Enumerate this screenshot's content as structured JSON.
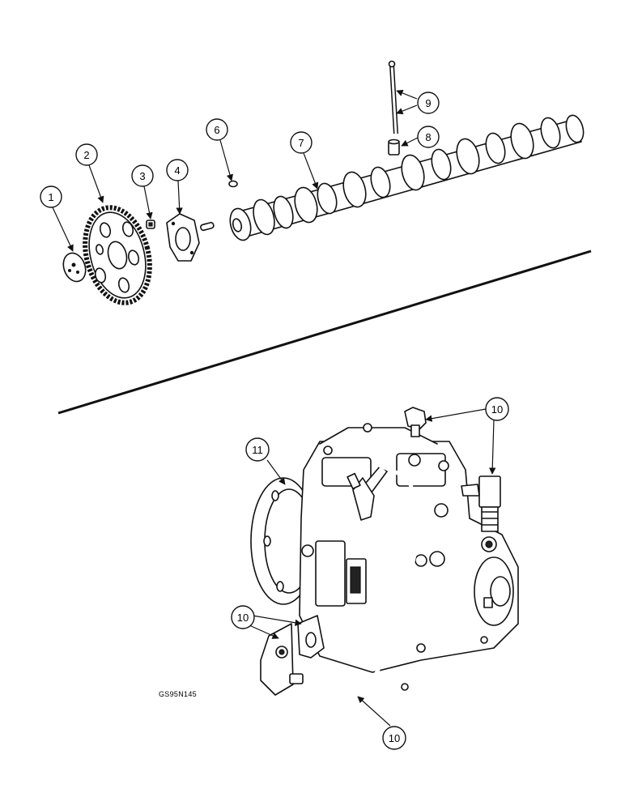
{
  "figure_code": "GS95N145",
  "callouts": [
    {
      "id": "c1",
      "label": "1"
    },
    {
      "id": "c2",
      "label": "2"
    },
    {
      "id": "c3",
      "label": "3"
    },
    {
      "id": "c4",
      "label": "4"
    },
    {
      "id": "c6",
      "label": "6"
    },
    {
      "id": "c7",
      "label": "7"
    },
    {
      "id": "c8",
      "label": "8"
    },
    {
      "id": "c9",
      "label": "9"
    },
    {
      "id": "c10a",
      "label": "10"
    },
    {
      "id": "c10b",
      "label": "10"
    },
    {
      "id": "c10c",
      "label": "10"
    },
    {
      "id": "c11",
      "label": "11"
    }
  ]
}
